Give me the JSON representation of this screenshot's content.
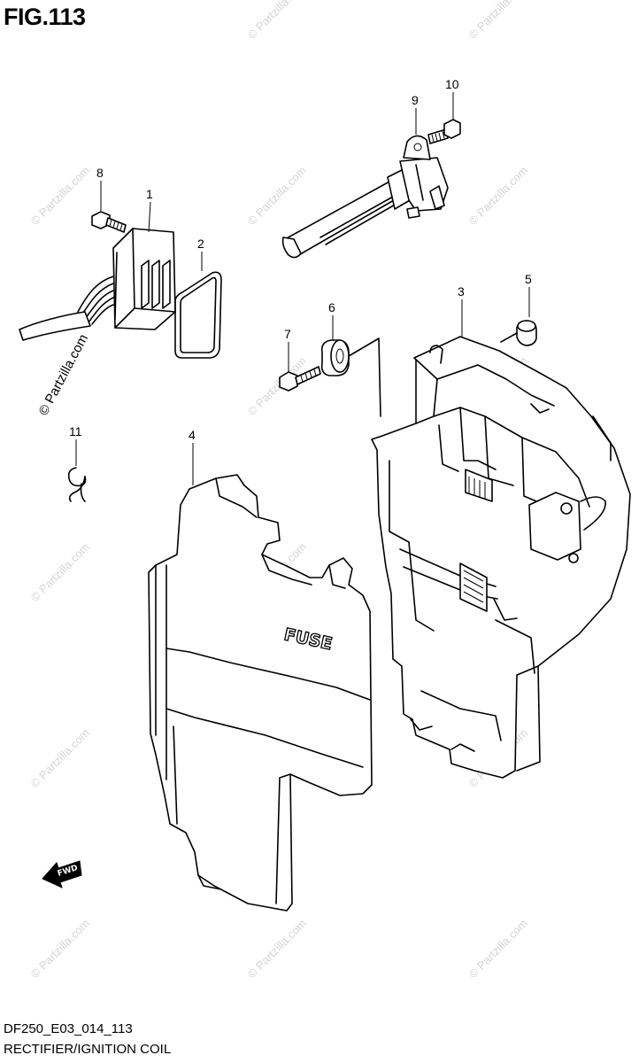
{
  "figure": {
    "title": "FIG.113",
    "code": "DF250_E03_014_113",
    "caption": "RECTIFIER/IGNITION COIL"
  },
  "callouts": [
    "1",
    "2",
    "3",
    "4",
    "5",
    "6",
    "7",
    "8",
    "9",
    "10",
    "11"
  ],
  "labels": {
    "fuse": "FUSE",
    "fwd": "FWD"
  },
  "watermark": {
    "text": "© Partzilla.com",
    "side_text": "© Partzilla.com"
  },
  "colors": {
    "line": "#000000",
    "watermark": "#d4d4d4",
    "background": "#ffffff"
  }
}
